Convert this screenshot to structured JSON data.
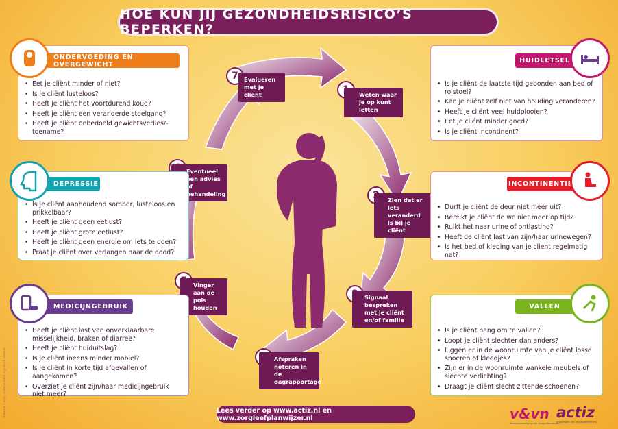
{
  "title": "HOE KUN JIJ GEZONDHEIDSRISICO’S BEPERKEN?",
  "colors": {
    "primary": "#7a1f5c",
    "orange": "#ef7d1a",
    "teal": "#16a3b0",
    "purple": "#6b3d8f",
    "pink": "#c3186e",
    "red": "#e21e2b",
    "green": "#7ab51d"
  },
  "cards": [
    {
      "title": "ONDERVOEDING EN OVERGEWICHT",
      "icon": "scale-person-icon",
      "items": [
        "Eet je cliënt minder of niet?",
        "Is je cliënt lusteloos?",
        "Heeft je cliënt het voortdurend koud?",
        "Heeft je cliënt een veranderde stoelgang?",
        "Heeft je cliënt onbedoeld gewichtsverlies/-toename?"
      ]
    },
    {
      "title": "DEPRESSIE",
      "icon": "head-profile-icon",
      "items": [
        "Is je cliënt aanhoudend somber, lusteloos en prikkelbaar?",
        "Heeft je cliënt geen eetlust?",
        "Heeft je cliënt grote eetlust?",
        "Heeft je cliënt geen energie om iets te doen?",
        "Praat je cliënt over verlangen naar de dood?"
      ]
    },
    {
      "title": "MEDICIJNGEBRUIK",
      "icon": "pills-icon",
      "items": [
        "Heeft je cliënt last van onverklaarbare misselijkheid, braken of diarree?",
        "Heeft je cliënt huiduitslag?",
        "Is je cliënt ineens minder mobiel?",
        "Is je cliënt in korte tijd afgevallen of aangekomen?",
        "Overziet je cliënt zijn/haar medicijngebruik niet meer?"
      ]
    },
    {
      "title": "HUIDLETSEL",
      "icon": "bed-person-icon",
      "items": [
        "Is je cliënt de laatste tijd gebonden aan bed of rolstoel?",
        "Kan je cliënt zelf niet van houding veranderen?",
        "Heeft je cliënt veel huidplooien?",
        "Eet je cliënt minder goed?",
        "Is je cliënt incontinent?"
      ]
    },
    {
      "title": "INCONTINENTIE",
      "icon": "toilet-person-icon",
      "items": [
        "Durft je cliënt de deur niet meer uit?",
        "Bereikt je cliënt de wc niet meer op tijd?",
        "Ruikt het naar urine of ontlasting?",
        "Heeft de cliënt last van zijn/haar urinewegen?",
        "Is het bed of kleding van je client regelmatig nat?"
      ]
    },
    {
      "title": "VALLEN",
      "icon": "falling-person-icon",
      "items": [
        "Is je cliënt bang om te vallen?",
        "Loopt je cliënt slechter dan anders?",
        "Liggen er in de woonruimte van je cliënt losse snoeren of kleedjes?",
        "Zijn er in de woonruimte wankele meubels of slechte verlichting?",
        "Draagt je cliënt slecht zittende schoenen?"
      ]
    }
  ],
  "steps": [
    {
      "num": "1",
      "label": "Weten waar je op kunt letten"
    },
    {
      "num": "2",
      "label": "Zien dat er iets veranderd is bij je cliënt"
    },
    {
      "num": "3",
      "label": "Signaal bespreken met je cliënt en/of familie"
    },
    {
      "num": "4",
      "label": "Afspraken noteren in de dagrapportage"
    },
    {
      "num": "5",
      "label": "Vinger aan de pols houden"
    },
    {
      "num": "6",
      "label": "Eventueel een advies of behandeling"
    },
    {
      "num": "7",
      "label": "Evalueren met je cliënt"
    }
  ],
  "footer": "Lees verder op www.actiz.nl en www.zorgleefplanwijzer.nl",
  "logos": {
    "vvn": "v&vn",
    "vvn_tagline": "Beroepsvereniging van zorgprofessionals",
    "actiz": "actiz",
    "actiz_tagline": "organisatie van zorgondernemers"
  },
  "side_note": "Ontwerp: Caroly, communicatie & grafisch ontwerp"
}
